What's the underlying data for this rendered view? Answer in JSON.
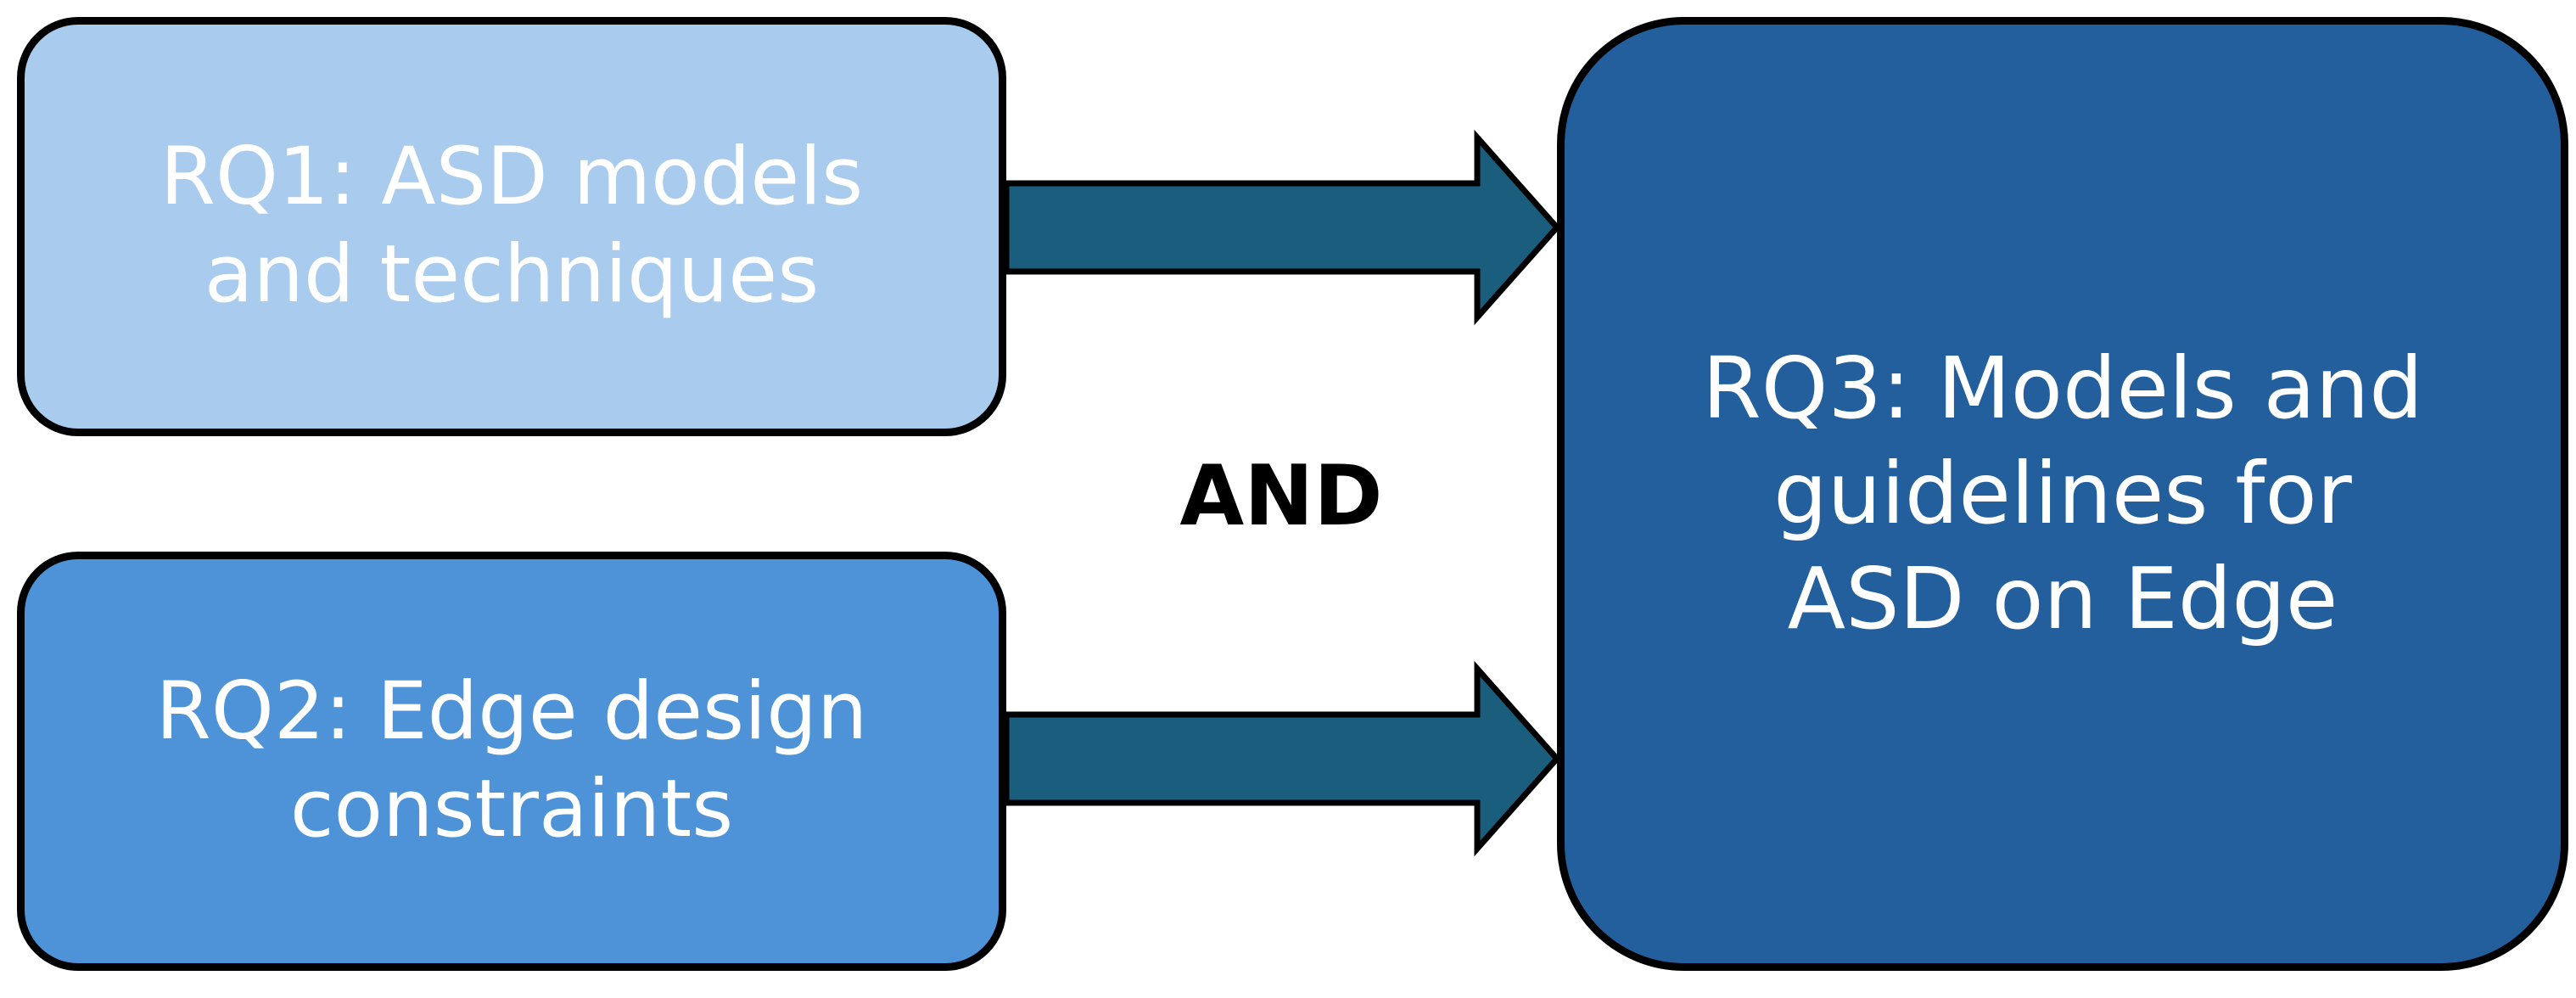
{
  "colors": {
    "rq1_fill": "#a9cbed",
    "rq2_fill": "#4e93d8",
    "rq3_fill": "#225f9c",
    "arrow_fill": "#1a5d7c",
    "text_light": "#ffffff",
    "outline": "#000000"
  },
  "rq1": {
    "line1": "RQ1: ASD models",
    "line2": "and techniques"
  },
  "rq2": {
    "line1": "RQ2: Edge design",
    "line2": "constraints"
  },
  "rq3": {
    "line1": "RQ3: Models and",
    "line2": "guidelines for",
    "line3": "ASD on Edge"
  },
  "connector": {
    "label": "AND"
  }
}
